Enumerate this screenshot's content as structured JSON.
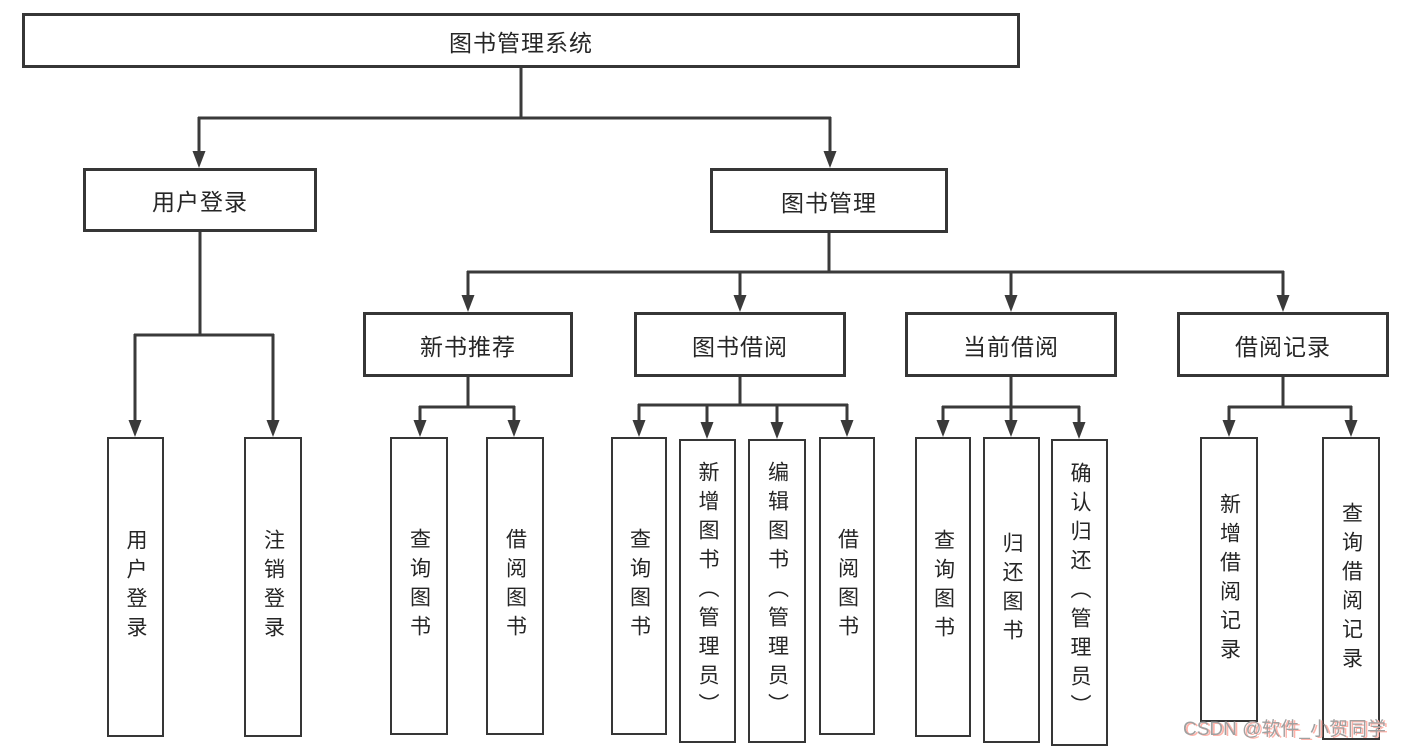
{
  "diagram": {
    "root": "图书管理系统",
    "level2": {
      "user_login": "用户登录",
      "book_mgmt": "图书管理"
    },
    "level3": {
      "new_book": "新书推荐",
      "book_borrow": "图书借阅",
      "current_borrow": "当前借阅",
      "borrow_record": "借阅记录"
    },
    "leaves": {
      "user_login": [
        "用户登录",
        "注销登录"
      ],
      "new_book": [
        "查询图书",
        "借阅图书"
      ],
      "book_borrow": [
        "查询图书",
        "新增图书（管理员）",
        "编辑图书（管理员）",
        "借阅图书"
      ],
      "current_borrow": [
        "查询图书",
        "归还图书",
        "确认归还（管理员）"
      ],
      "borrow_record": [
        "新增借阅记录",
        "查询借阅记录"
      ]
    }
  },
  "watermark": {
    "text": "CSDN @软件_小贺同学"
  },
  "colors": {
    "line": "#3a3a3a",
    "box_border": "#363636",
    "text": "#262626",
    "background": "#ffffff",
    "watermark_text": "#a0a0a0",
    "watermark_shadow": "#ffb3aa"
  }
}
